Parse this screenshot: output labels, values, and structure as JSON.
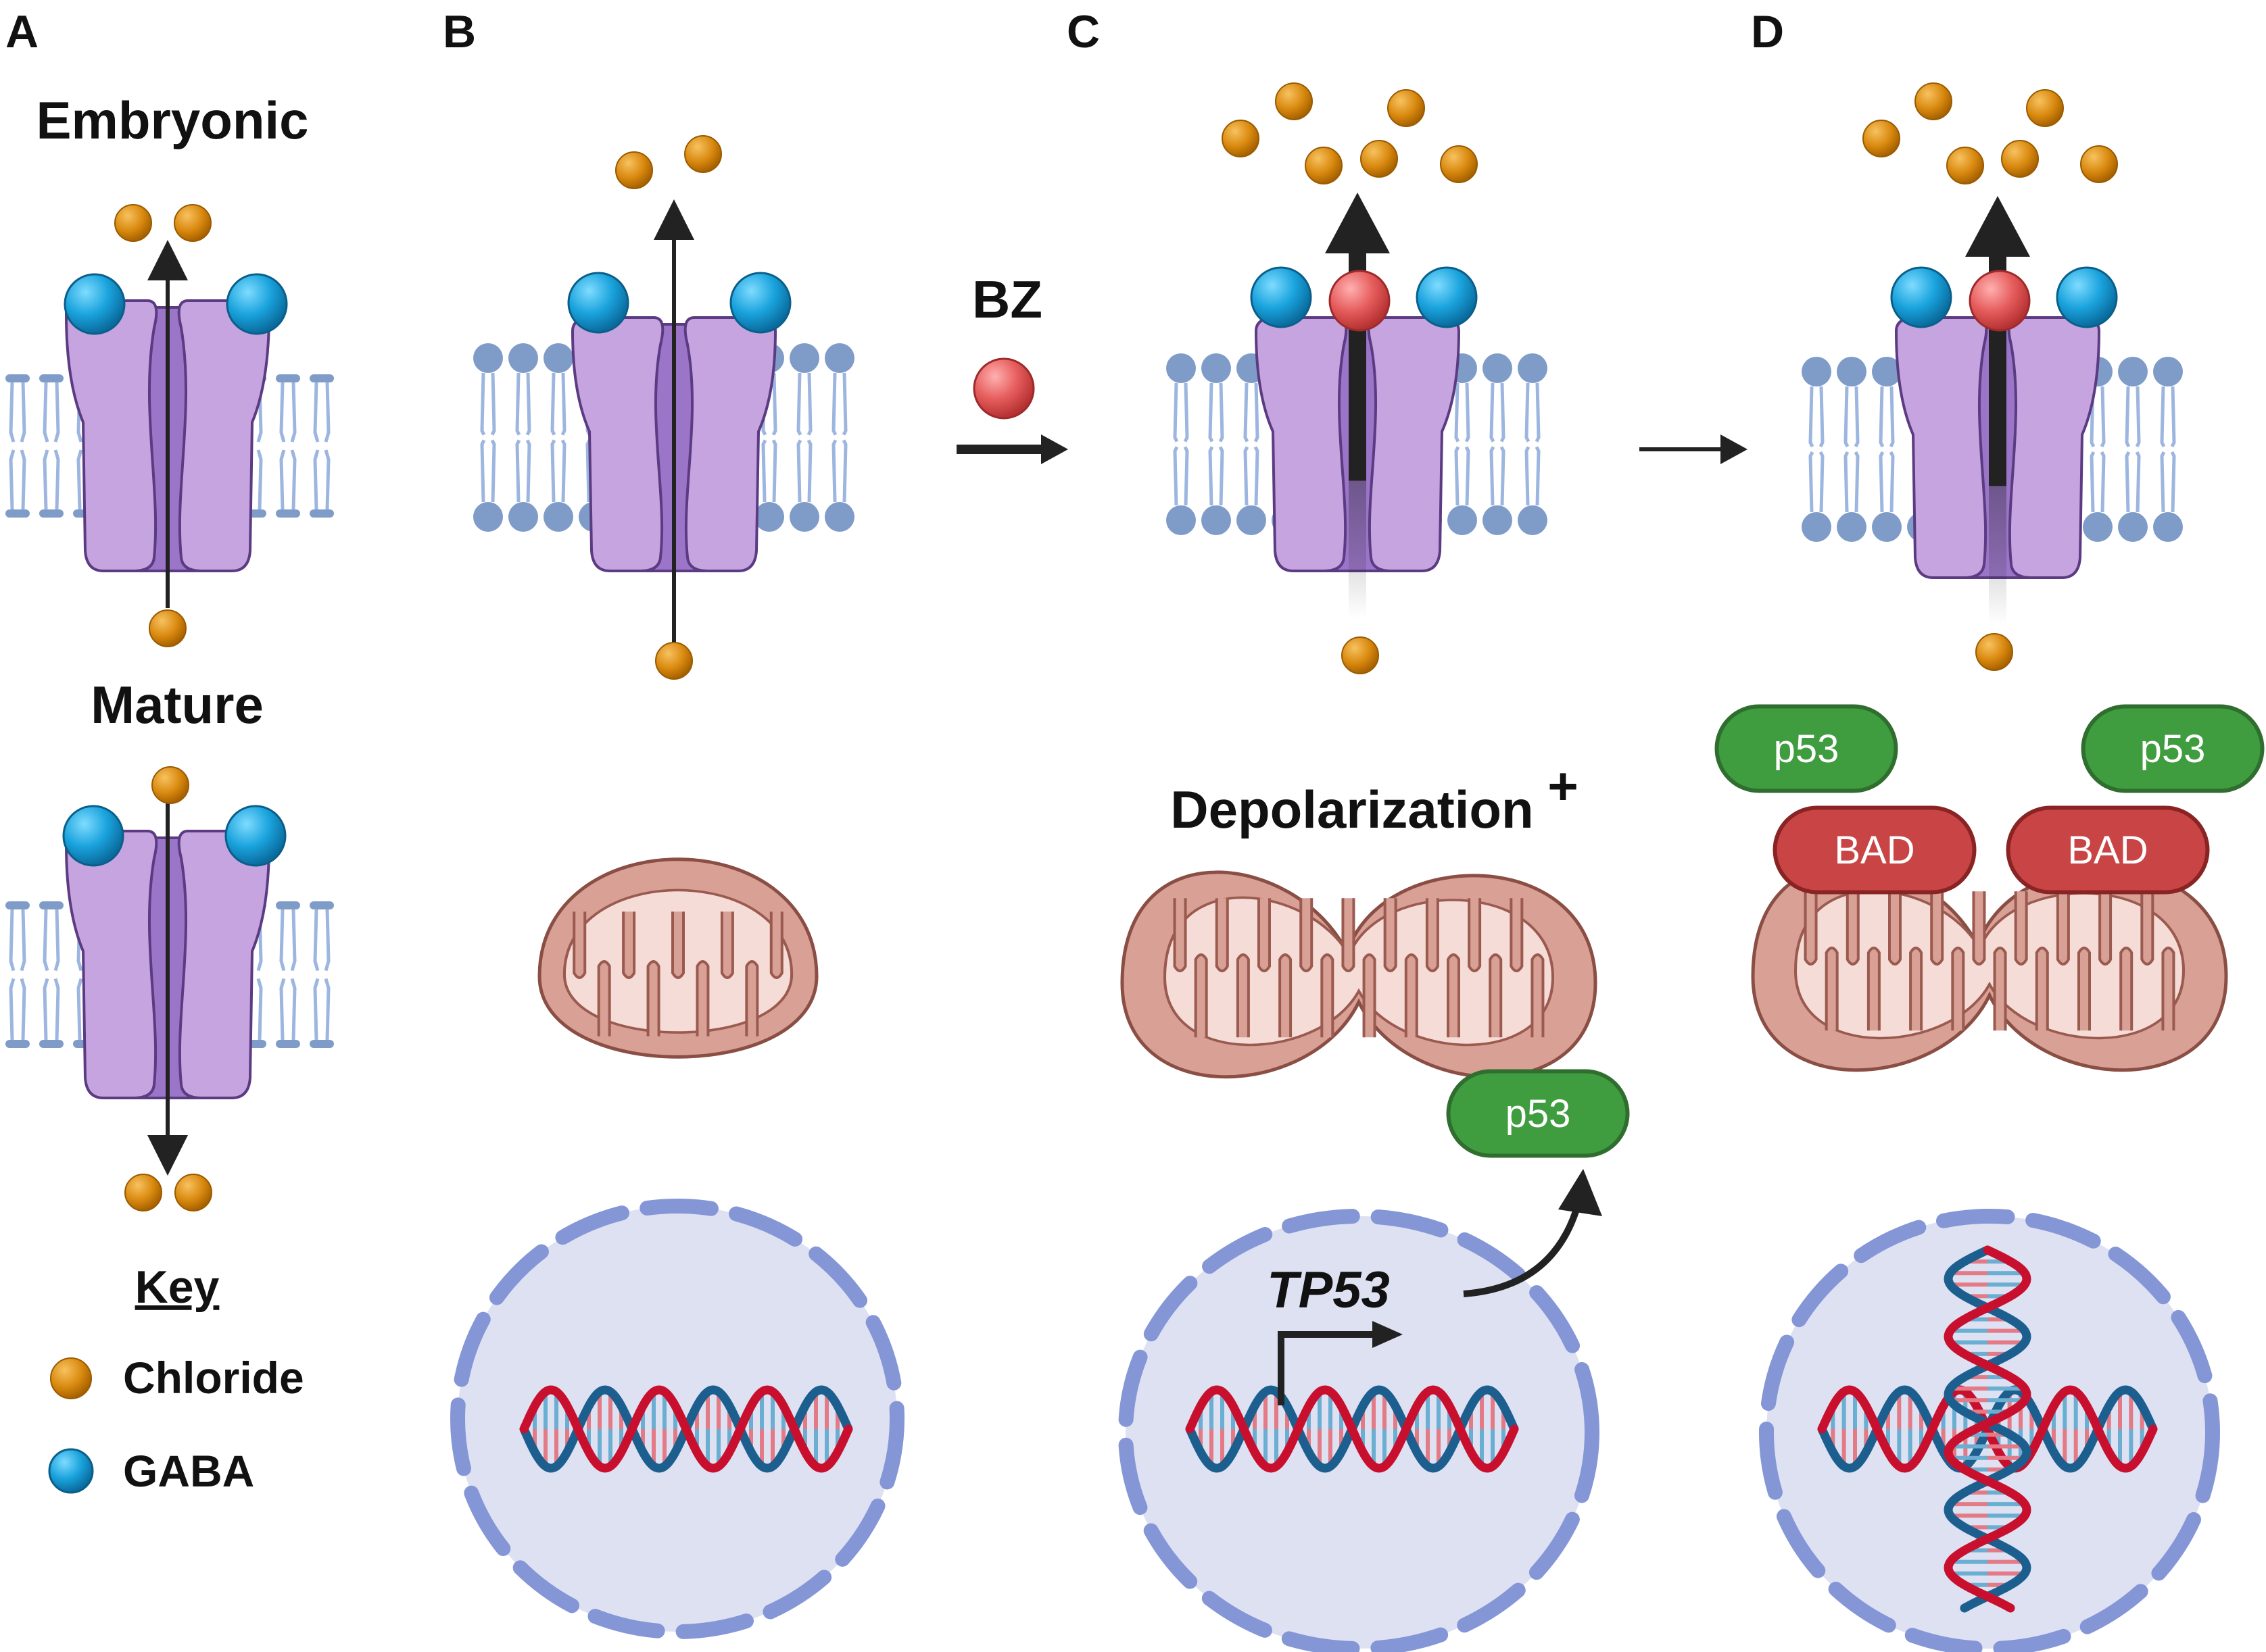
{
  "panels": {
    "A": {
      "letter": "A",
      "title_top": "Embryonic",
      "title_bottom": "Mature"
    },
    "B": {
      "letter": "B"
    },
    "C": {
      "letter": "C",
      "drug_label": "BZ",
      "depolarization_label": "Depolarization",
      "depolarization_sup": "+",
      "gene_label": "TP53",
      "protein_label": "p53"
    },
    "D": {
      "letter": "D",
      "protein_labels": [
        "p53",
        "p53"
      ],
      "bad_labels": [
        "BAD",
        "BAD"
      ]
    }
  },
  "key": {
    "title": "Key",
    "items": [
      {
        "label": "Chloride",
        "icon": "chloride-ion-icon",
        "color": "#d9890f"
      },
      {
        "label": "GABA",
        "icon": "gaba-molecule-icon",
        "color": "#1aa3dd"
      }
    ]
  },
  "colors": {
    "receptor": "#c6a4e0",
    "receptor_core": "#9b75c8",
    "membrane": "#7f9cc9",
    "mitochondrion": "#d9a096",
    "nucleus": "#dde1f2",
    "p53": "#3f9c3f",
    "bad": "#c94545",
    "dna_red": "#c8102e",
    "dna_blue": "#1c5f8f",
    "bz": "#e65c5c"
  }
}
